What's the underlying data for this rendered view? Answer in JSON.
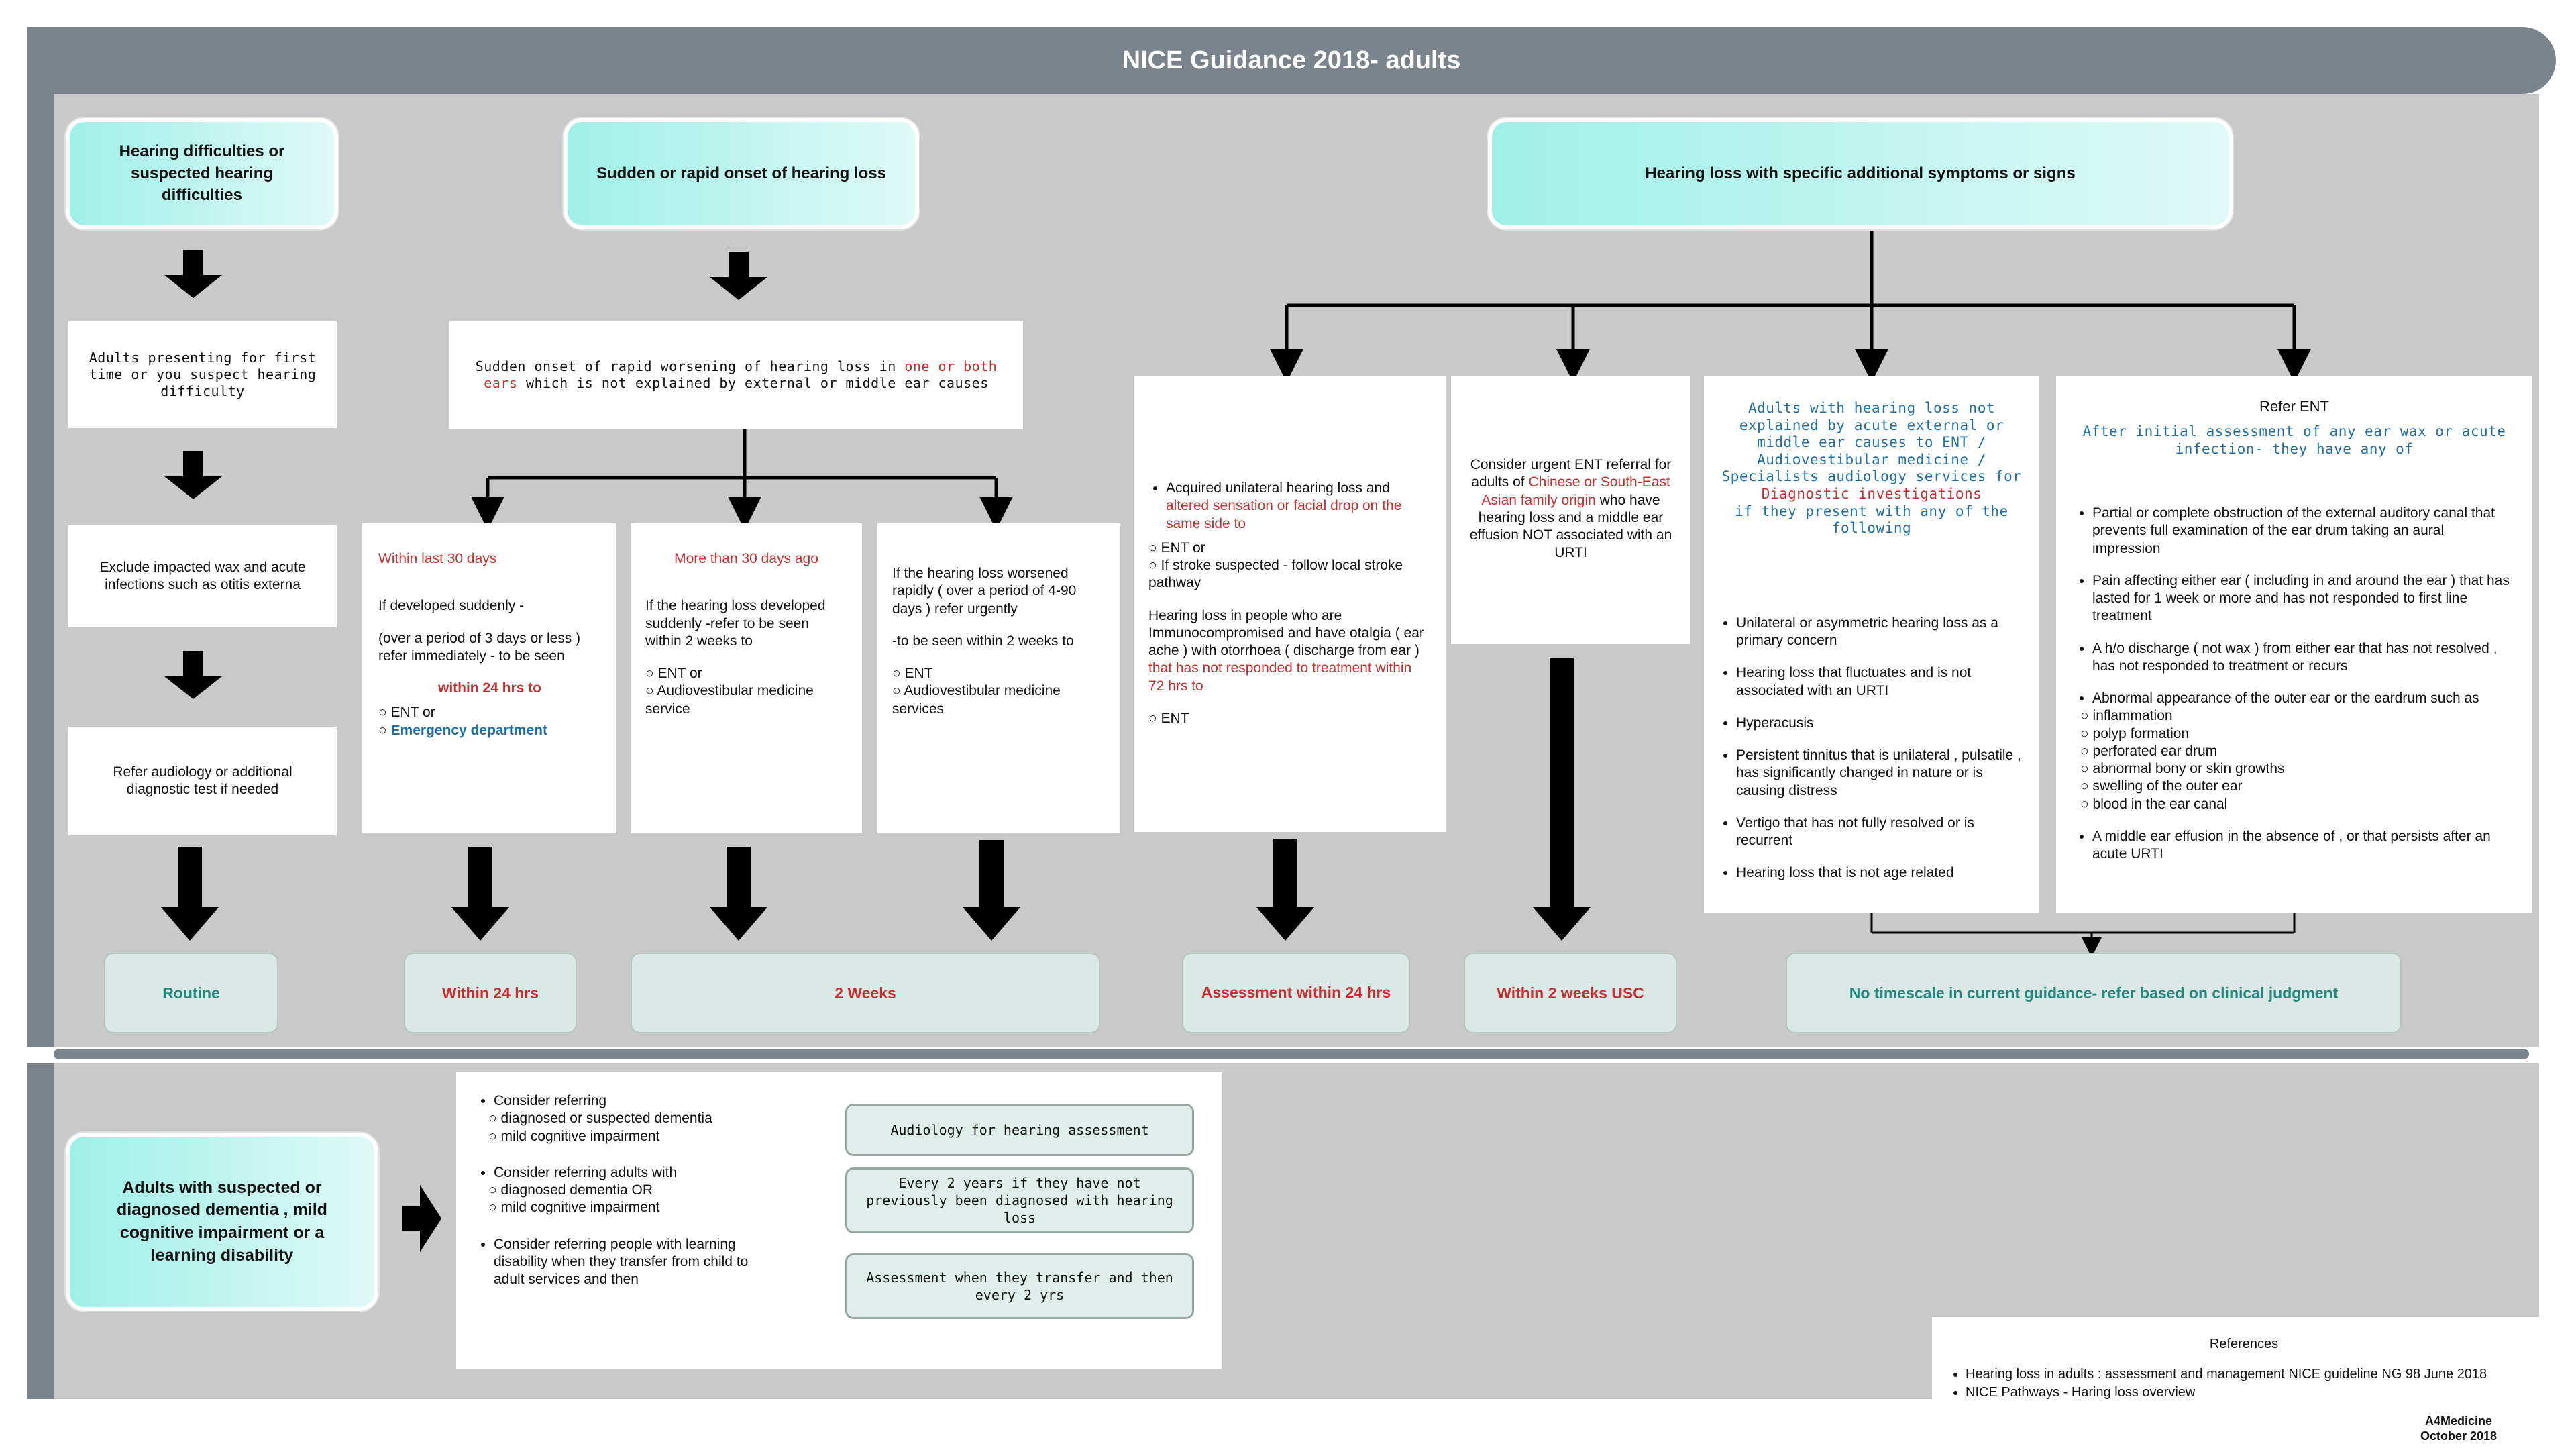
{
  "header": {
    "title": "NICE Guidance 2018- adults"
  },
  "col1": {
    "title": "Hearing difficulties or suspected hearing difficulties",
    "step1": "Adults presenting for first time or you suspect hearing difficulty",
    "step2": "Exclude impacted wax and acute infections such as  otitis externa",
    "step3": "Refer audiology or additional diagnostic test if needed",
    "outcome": "Routine"
  },
  "col2": {
    "title": "Sudden or rapid onset of hearing loss",
    "desc_pre": "Sudden onset of rapid worsening of hearing loss in ",
    "desc_red": "one or both ears",
    "desc_post": " which is not explained by external or middle ear causes",
    "a": {
      "heading": "Within last 30 days",
      "line1": "If developed suddenly -",
      "line2": "(over a period of 3 days or less ) refer immediately - to be seen",
      "line3": "within 24 hrs to",
      "opt1": "ENT or",
      "opt2": "Emergency department"
    },
    "b": {
      "heading": "More than 30 days ago",
      "line1": "If the hearing loss developed suddenly -refer to be seen within 2 weeks to",
      "opt1": "ENT or",
      "opt2": "Audiovestibular medicine service"
    },
    "c": {
      "line1": "If the hearing loss worsened rapidly ( over a period of 4-90 days ) refer urgently",
      "line2": "-to be seen within 2 weeks to",
      "opt1": "ENT",
      "opt2": "Audiovestibular medicine services"
    },
    "outcome_a": "Within 24 hrs",
    "outcome_bc": "2 Weeks"
  },
  "col3": {
    "title": "Hearing loss with specific additional symptoms or signs",
    "box1": {
      "b1_pre": "Acquired unilateral hearing loss and ",
      "b1_red": "altered sensation or facial drop on the same side to",
      "opt1": "ENT or",
      "opt2": "If stroke suspected - follow local stroke pathway",
      "b2_pre": "Hearing loss in people who are Immunocompromised and have otalgia ( ear ache ) with otorrhoea ( discharge from ear ) ",
      "b2_red": "that has not responded to treatment within 72 hrs to",
      "opt3": "ENT"
    },
    "box2": {
      "pre": "Consider urgent ENT referral for adults of ",
      "red": "Chinese or South-East Asian family origin",
      "post": " who have hearing loss and a middle ear effusion NOT associated with an URTI"
    },
    "box3": {
      "h1": "Adults with hearing loss not explained by acute external or middle ear causes to ENT / Audiovestibular medicine / Specialists audiology services for",
      "h2": "Diagnostic investigations",
      "h3": "if they present with any of the following",
      "items": [
        "Unilateral or asymmetric hearing loss as a primary concern",
        "Hearing loss that fluctuates and is not associated with an URTI",
        "Hyperacusis",
        "Persistent tinnitus that is unilateral , pulsatile , has significantly changed in nature or is causing distress",
        "Vertigo that has not fully resolved or is recurrent",
        "Hearing loss that is not age related"
      ]
    },
    "box4": {
      "h1": "Refer ENT",
      "h2": "After initial assessment of any ear wax or acute infection- they have any of",
      "items": [
        "Partial or complete obstruction of the external auditory canal that prevents full examination of the ear drum taking an aural impression",
        "Pain affecting either ear ( including in and around the ear ) that has lasted for 1 week or more and has not responded to first line treatment",
        "A h/o discharge ( not wax ) from either ear that has not resolved , has not responded to treatment or recurs",
        "Abnormal appearance of the outer ear or the eardrum such as"
      ],
      "sub": [
        "inflammation",
        "polyp formation",
        "perforated ear drum",
        "abnormal bony or skin growths",
        "swelling of the outer ear",
        "blood in the ear canal"
      ],
      "last": "A middle ear effusion in the absence of , or that persists after an acute URTI"
    },
    "outcome1": "Assessment within 24 hrs",
    "outcome2": "Within 2 weeks USC",
    "outcome3": "No timescale in current guidance- refer based on clinical judgment"
  },
  "bottom": {
    "title": "Adults with suspected or diagnosed dementia , mild cognitive impairment or a learning disability",
    "g1": {
      "head": "Consider referring",
      "s1": "diagnosed or suspected dementia",
      "s2": "mild cognitive impairment"
    },
    "g2": {
      "head": "Consider referring adults with",
      "s1": "diagnosed dementia OR",
      "s2": "mild cognitive impairment"
    },
    "g3": {
      "head": "Consider referring people with learning disability when they transfer from child to adult services and then"
    },
    "r1": "Audiology for hearing assessment",
    "r2": "Every 2 years if they have not previously been diagnosed with hearing loss",
    "r3": "Assessment when they transfer and then every 2 yrs"
  },
  "references": {
    "title": "References",
    "items": [
      "Hearing loss in adults : assessment and management NICE guideline NG 98 June 2018",
      "NICE Pathways - Haring loss overview"
    ]
  },
  "credit": {
    "name": "A4Medicine",
    "date": "October 2018"
  }
}
